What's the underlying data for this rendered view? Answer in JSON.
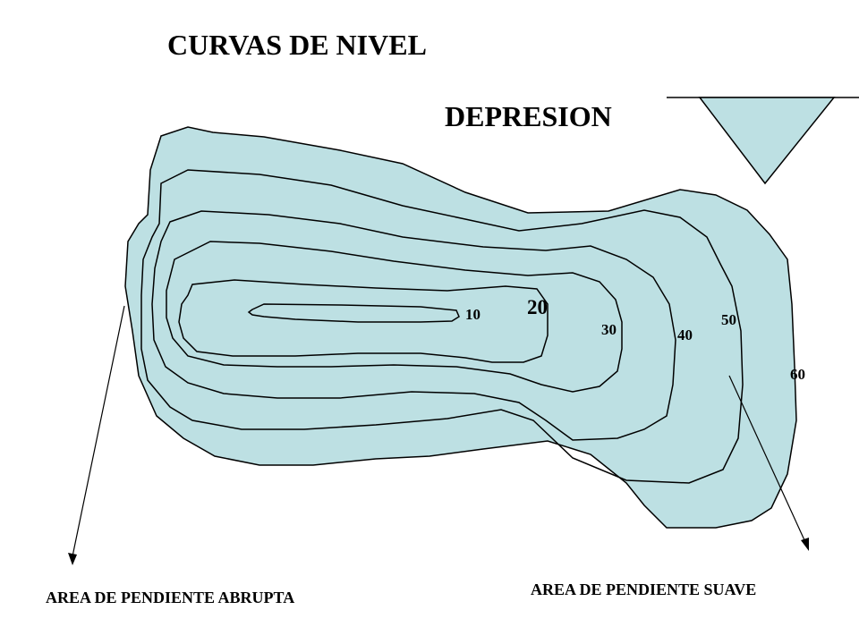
{
  "title": "CURVAS DE NIVEL",
  "subtitle": "DEPRESION",
  "contour_labels": [
    "10",
    "20",
    "30",
    "40",
    "50",
    "60"
  ],
  "captions": {
    "left": "AREA DE PENDIENTE ABRUPTA",
    "right": "AREA DE PENDIENTE SUAVE"
  },
  "colors": {
    "fill": "#bde0e3",
    "line": "#000000"
  },
  "symbol": "inverted-triangle"
}
